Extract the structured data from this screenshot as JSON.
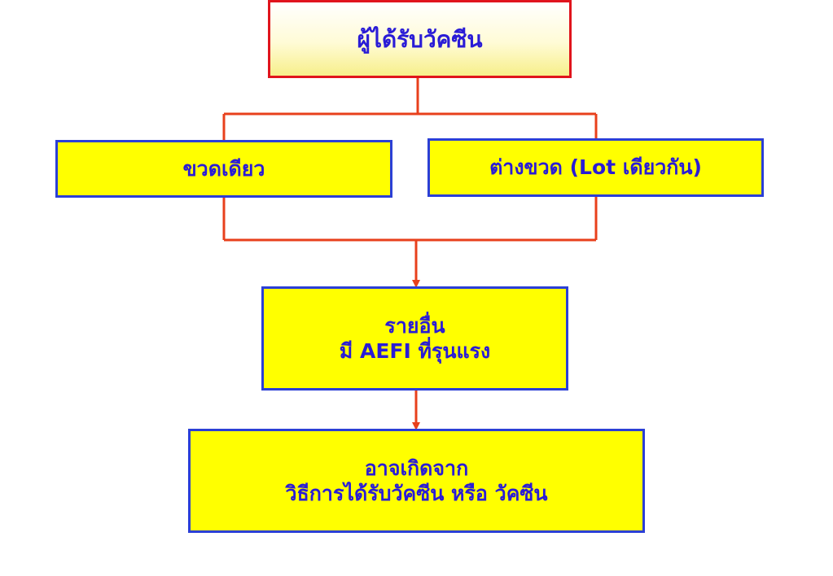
{
  "diagram": {
    "top_box": {
      "label": "ผู้ได้รับวัคซีน"
    },
    "left_box": {
      "label": "ขวดเดียว"
    },
    "right_box": {
      "label": "ต่างขวด (Lot เดียวกัน)"
    },
    "middle_box": {
      "line1": "รายอื่น",
      "line2": "มี AEFI ที่รุนแรง"
    },
    "bottom_box": {
      "line1": "อาจเกิดจาก",
      "line2": "วิธีการได้รับวัคซีน หรือ วัคซีน"
    }
  },
  "colors": {
    "connector": "#e8401c",
    "box_border": "#2b3fd6",
    "top_box_border": "#e0141c",
    "box_fill": "#ffff00",
    "text": "#2a1cd6"
  }
}
